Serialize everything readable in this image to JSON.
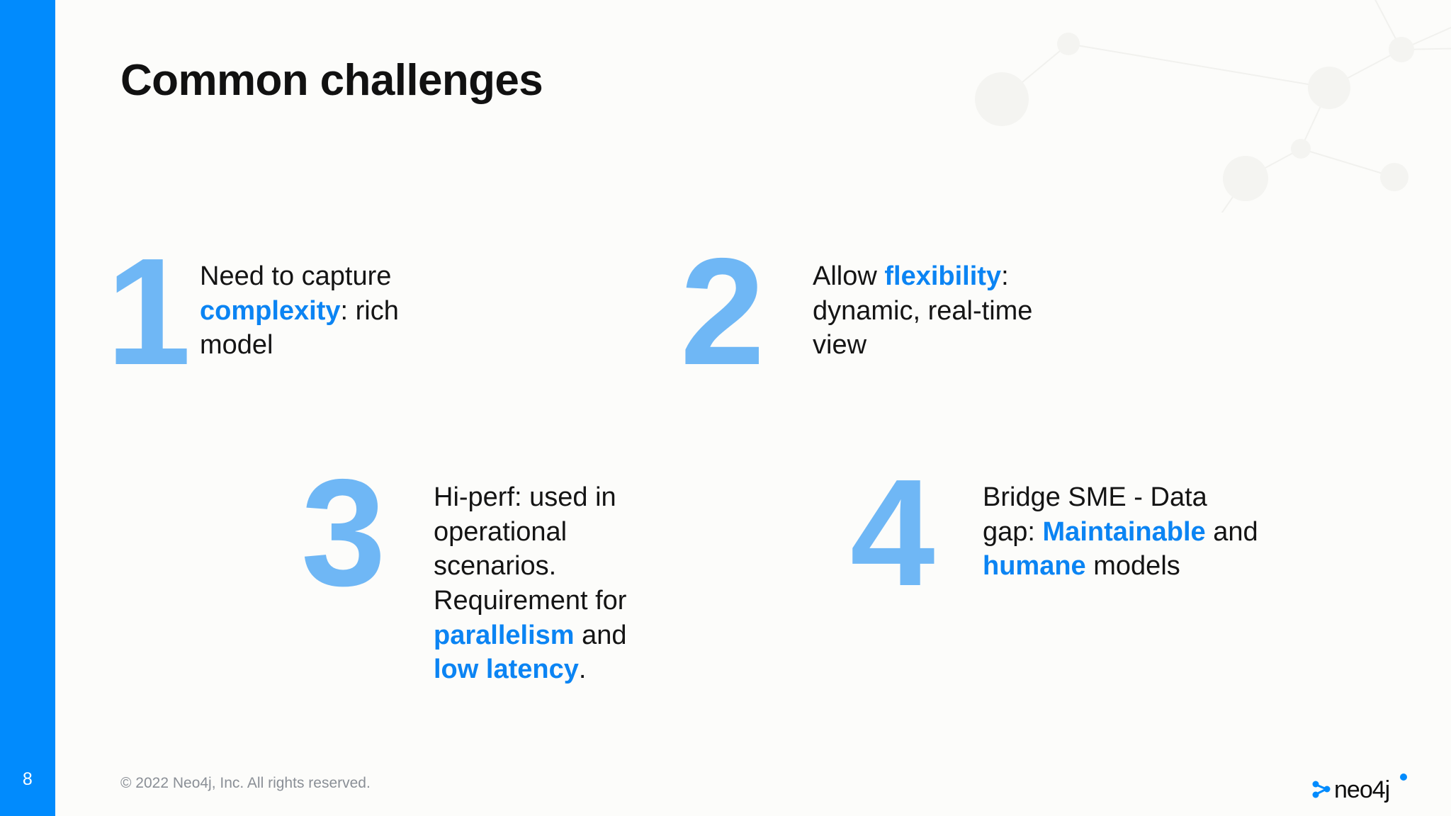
{
  "slide": {
    "title": "Common challenges",
    "page_number": "8",
    "background_color": "#fcfcfa",
    "accent_bar_color": "#018bfd",
    "numeral_color": "#6fb7f5",
    "highlight_color": "#0b84f3",
    "body_text_color": "#141414"
  },
  "items": [
    {
      "number": "1",
      "parts": [
        {
          "text": "Need to capture ",
          "bold": false
        },
        {
          "text": "complexity",
          "bold": true
        },
        {
          "text": ": rich model",
          "bold": false
        }
      ],
      "plain": "Need to capture complexity: rich model"
    },
    {
      "number": "2",
      "parts": [
        {
          "text": "Allow ",
          "bold": false
        },
        {
          "text": "flexibility",
          "bold": true
        },
        {
          "text": ": dynamic, real-time view",
          "bold": false
        }
      ],
      "plain": "Allow flexibility: dynamic, real-time view"
    },
    {
      "number": "3",
      "parts": [
        {
          "text": "Hi-perf: used in operational scenarios. Requirement for ",
          "bold": false
        },
        {
          "text": "parallelism",
          "bold": true
        },
        {
          "text": " and ",
          "bold": false
        },
        {
          "text": "low latency",
          "bold": true
        },
        {
          "text": ".",
          "bold": false
        }
      ],
      "plain": "Hi-perf: used in operational scenarios. Requirement for parallelism and low latency."
    },
    {
      "number": "4",
      "parts": [
        {
          "text": "Bridge SME - Data gap: ",
          "bold": false
        },
        {
          "text": "Maintainable",
          "bold": true
        },
        {
          "text": " and ",
          "bold": false
        },
        {
          "text": "humane",
          "bold": true
        },
        {
          "text": " models",
          "bold": false
        }
      ],
      "plain": "Bridge SME - Data gap: Maintainable and humane models"
    }
  ],
  "footer": {
    "copyright": "© 2022 Neo4j, Inc. All rights reserved.",
    "logo_text": "neo4j",
    "logo_icon": "neo4j-graph-icon"
  },
  "decoration": {
    "watermark": "graph-network-watermark"
  }
}
